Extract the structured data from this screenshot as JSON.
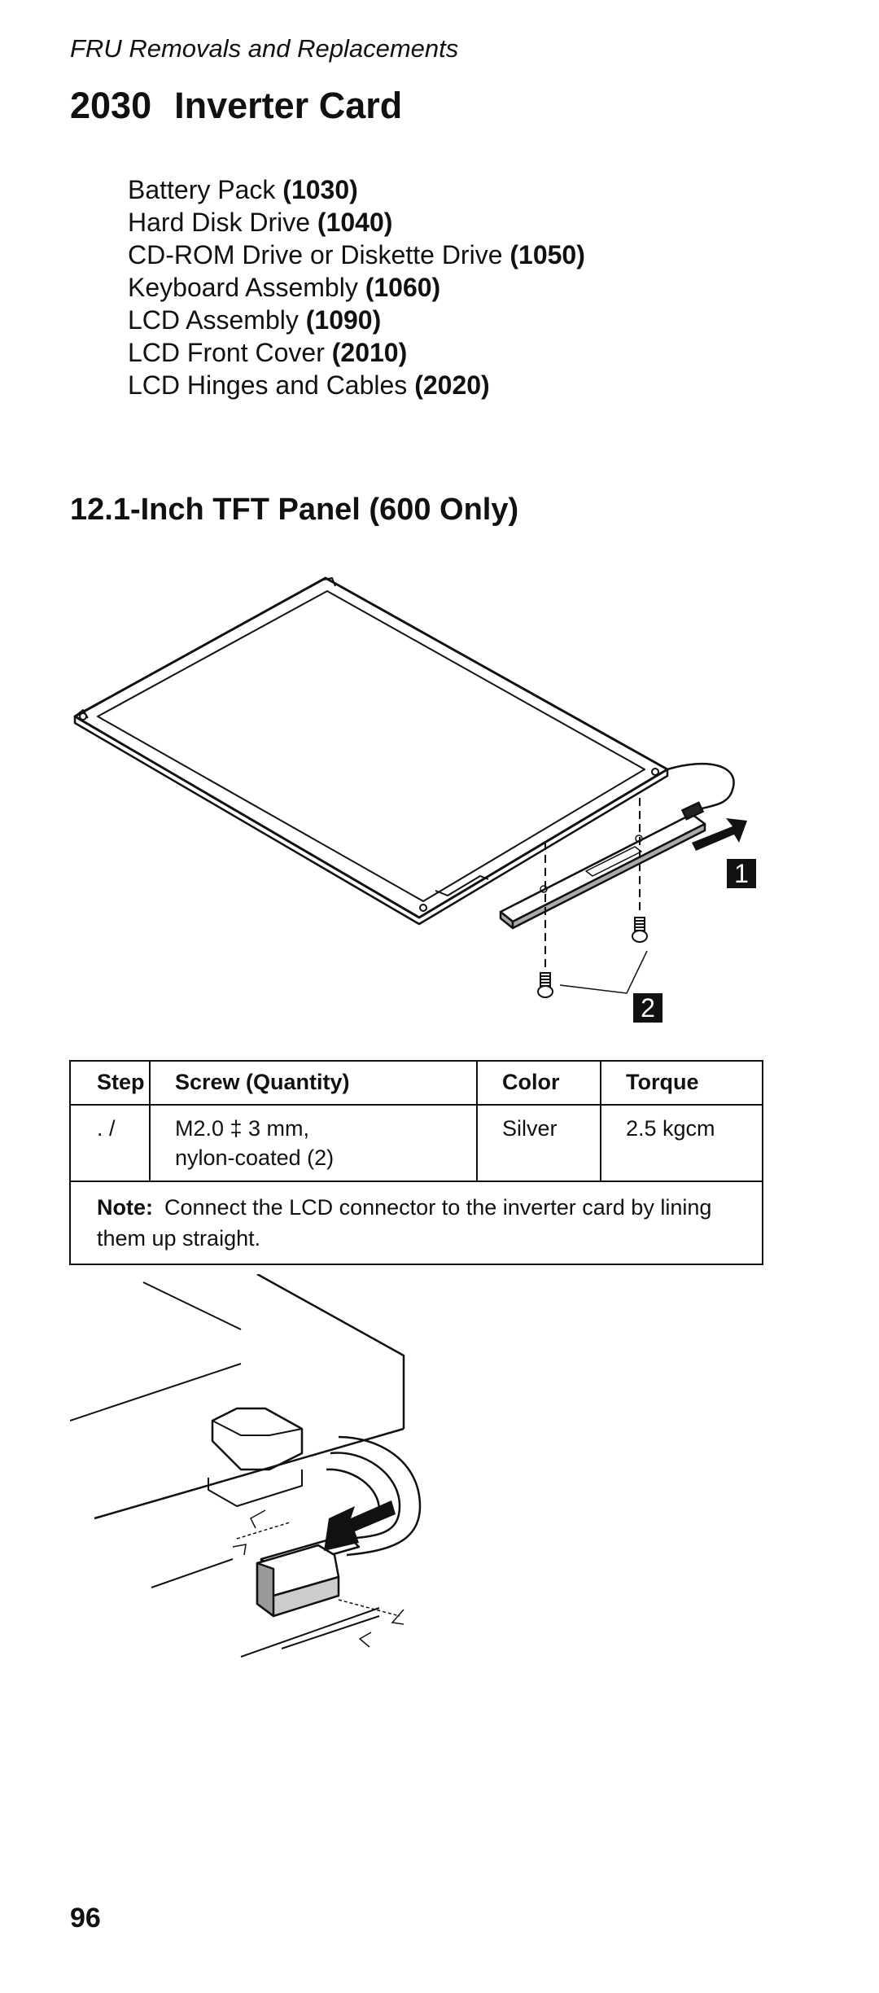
{
  "header": {
    "running_title": "FRU Removals and Replacements"
  },
  "section": {
    "number": "2030",
    "title": "Inverter Card"
  },
  "prerequisites": [
    {
      "text": "Battery Pack",
      "ref": "(1030)"
    },
    {
      "text": "Hard Disk Drive",
      "ref": "(1040)"
    },
    {
      "text": "CD-ROM Drive or Diskette Drive",
      "ref": "(1050)"
    },
    {
      "text": "Keyboard Assembly",
      "ref": "(1060)"
    },
    {
      "text": "LCD Assembly",
      "ref": "(1090)"
    },
    {
      "text": "LCD Front Cover",
      "ref": "(2010)"
    },
    {
      "text": "LCD Hinges and Cables",
      "ref": "(2020)"
    }
  ],
  "subsection": {
    "title": "12.1-Inch TFT Panel (600 Only)"
  },
  "figure1": {
    "callout_1": "1",
    "callout_2": "2"
  },
  "screw_table": {
    "headers": {
      "step": "Step",
      "screw": "Screw (Quantity)",
      "color": "Color",
      "torque": "Torque"
    },
    "row": {
      "step": ". /",
      "screw_line1": "M2.0 ‡ 3 mm,",
      "screw_line2": "nylon-coated (2)",
      "color": "Silver",
      "torque": "2.5 kgcm"
    },
    "note_label": "Note:",
    "note_text": "Connect the LCD connector to the inverter card by lining them up straight."
  },
  "footer": {
    "page_number": "96"
  }
}
